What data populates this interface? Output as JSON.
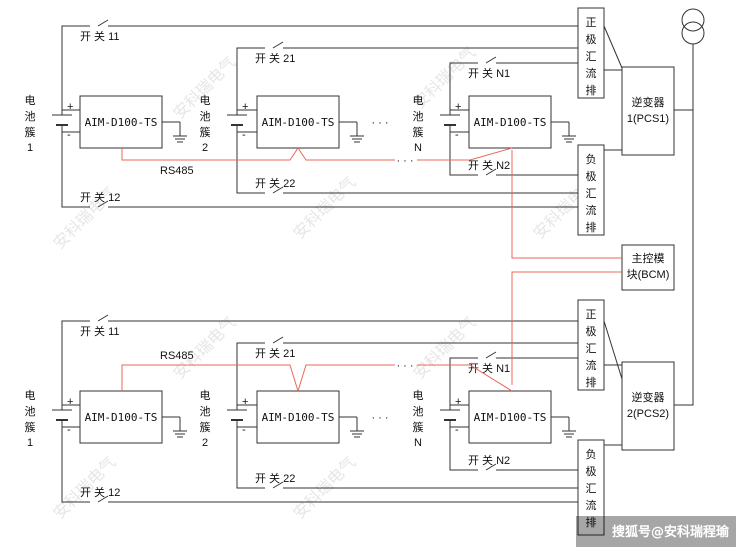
{
  "labels": {
    "module": "AIM-D100-TS",
    "battery": [
      "电",
      "池",
      "簇"
    ],
    "battery_1": "1",
    "battery_2": "2",
    "battery_n": "N",
    "rs485": "RS485",
    "dots": "· · ·",
    "switch_11": "开 关 11",
    "switch_12": "开 关 12",
    "switch_21": "开 关 21",
    "switch_22": "开 关 22",
    "switch_n1": "开 关 N1",
    "switch_n2": "开 关 N2",
    "pos_bus": [
      "正",
      "极",
      "汇",
      "流",
      "排"
    ],
    "neg_bus": [
      "负",
      "极",
      "汇",
      "流",
      "排"
    ],
    "inverter1_line1": "逆变器",
    "inverter1_line2": "1(PCS1)",
    "inverter2_line1": "逆变器",
    "inverter2_line2": "2(PCS2)",
    "bcm_line1": "主控模",
    "bcm_line2": "块(BCM)",
    "plus": "+",
    "minus": "-"
  },
  "watermark": "安科瑞电气",
  "footer": "搜狐号@安科瑞程瑜",
  "colors": {
    "wire": "#333333",
    "signal": "#e8685a",
    "watermark": "#e6e6e6"
  }
}
